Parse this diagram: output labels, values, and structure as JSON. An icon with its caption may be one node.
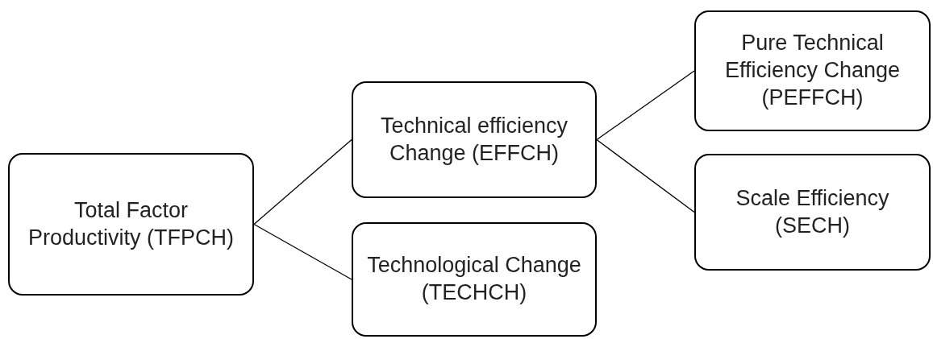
{
  "diagram": {
    "nodes": [
      {
        "text": [
          "Total Factor Productivity (TFPCH)"
        ]
      },
      {
        "text": [
          "Technical efficiency Change (EFFCH)"
        ]
      },
      {
        "text": [
          "Technological Change (TECHCH)"
        ]
      },
      {
        "text": [
          "Pure Technical Efficiency Change (PEFFCH)"
        ]
      },
      {
        "text": [
          "Scale Efficiency (SECH)"
        ]
      }
    ],
    "edges": [
      {
        "from": 0,
        "to": 1,
        "arrow": "none"
      },
      {
        "from": 0,
        "to": 2,
        "arrow": "none"
      },
      {
        "from": 1,
        "to": 3,
        "arrow": "none"
      },
      {
        "from": 1,
        "to": 4,
        "arrow": "none"
      }
    ]
  }
}
